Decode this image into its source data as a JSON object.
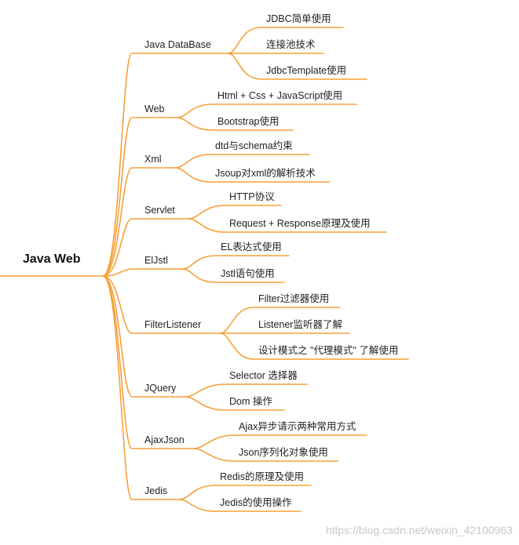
{
  "root": {
    "label": "Java Web"
  },
  "line_color": "#f5a03a",
  "branches": [
    {
      "label": "Java DataBase",
      "children": [
        "JDBC简单使用",
        "连接池技术",
        "JdbcTemplate使用"
      ]
    },
    {
      "label": "Web",
      "children": [
        "Html + Css + JavaScript使用",
        "Bootstrap使用"
      ]
    },
    {
      "label": "Xml",
      "children": [
        "dtd与schema约束",
        "Jsoup对xml的解析技术"
      ]
    },
    {
      "label": "Servlet",
      "children": [
        "HTTP协议",
        "Request + Response原理及使用"
      ]
    },
    {
      "label": "ElJstl",
      "children": [
        "EL表达式使用",
        "Jstl语句使用"
      ]
    },
    {
      "label": "FilterListener",
      "children": [
        "Filter过滤器使用",
        "Listener监听器了解",
        "设计模式之 \"代理模式\" 了解使用"
      ]
    },
    {
      "label": "JQuery",
      "children": [
        "Selector 选择器",
        "Dom 操作"
      ]
    },
    {
      "label": "AjaxJson",
      "children": [
        "Ajax异步请示两种常用方式",
        "Json序列化对象使用"
      ]
    },
    {
      "label": "Jedis",
      "children": [
        "Redis的原理及使用",
        "Jedis的使用操作"
      ]
    }
  ],
  "watermark": "https://blog.csdn.net/weixin_42100963"
}
